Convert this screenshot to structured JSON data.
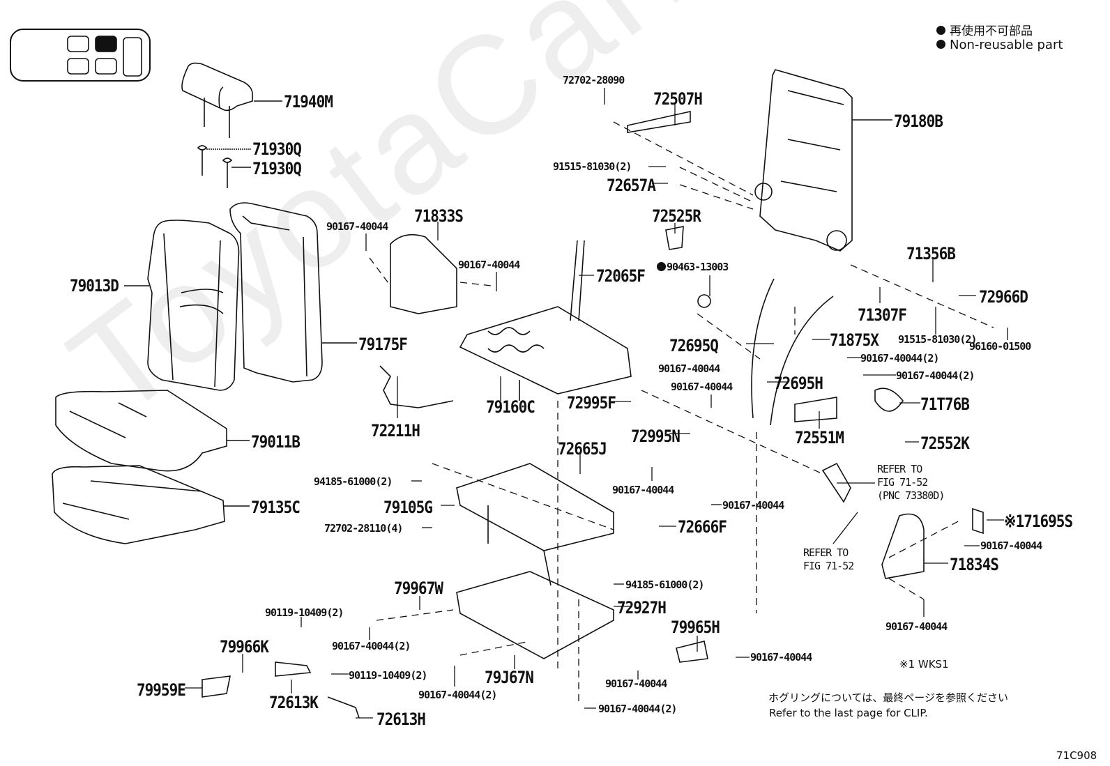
{
  "legend": {
    "jp": "再使用不可部品",
    "en": "Non-reusable part"
  },
  "watermark": "ToyotaCarMe.ru",
  "figure_id": "71C908",
  "notes": {
    "wks": "※1 WKS1",
    "clip_jp": "ホグリングについては、最終ページを参照ください",
    "clip_en": "Refer to the last page for CLIP."
  },
  "labels": [
    {
      "id": "p71940M",
      "text": "71940M"
    },
    {
      "id": "p71930Q_a",
      "text": "71930Q"
    },
    {
      "id": "p71930Q_b",
      "text": "71930Q"
    },
    {
      "id": "p79013D",
      "text": "79013D"
    },
    {
      "id": "p79175F",
      "text": "79175F"
    },
    {
      "id": "p79011B",
      "text": "79011B"
    },
    {
      "id": "p79135C",
      "text": "79135C"
    },
    {
      "id": "p72702_28090",
      "text": "72702-28090"
    },
    {
      "id": "p72507H",
      "text": "72507H"
    },
    {
      "id": "p91515_81030_a",
      "text": "91515-81030(2)"
    },
    {
      "id": "p72657A",
      "text": "72657A"
    },
    {
      "id": "p79180B",
      "text": "79180B"
    },
    {
      "id": "p90167_40044_a",
      "text": "90167-40044"
    },
    {
      "id": "p71833S",
      "text": "71833S"
    },
    {
      "id": "p90167_40044_b",
      "text": "90167-40044"
    },
    {
      "id": "p72525R",
      "text": "72525R"
    },
    {
      "id": "p90463_13003",
      "text": "90463-13003"
    },
    {
      "id": "p72065F",
      "text": "72065F"
    },
    {
      "id": "p71356B",
      "text": "71356B"
    },
    {
      "id": "p72966D",
      "text": "72966D"
    },
    {
      "id": "p71307F",
      "text": "71307F"
    },
    {
      "id": "p91515_81030_b",
      "text": "91515-81030(2)"
    },
    {
      "id": "p96160_01500",
      "text": "96160-01500"
    },
    {
      "id": "p72695Q",
      "text": "72695Q"
    },
    {
      "id": "p71875X",
      "text": "71875X"
    },
    {
      "id": "p90167_40044_c",
      "text": "90167-40044(2)"
    },
    {
      "id": "p90167_40044_d",
      "text": "90167-40044"
    },
    {
      "id": "p90167_40044_e",
      "text": "90167-40044"
    },
    {
      "id": "p72695H",
      "text": "72695H"
    },
    {
      "id": "p90167_40044_f",
      "text": "90167-40044(2)"
    },
    {
      "id": "p71T76B",
      "text": "71T76B"
    },
    {
      "id": "p72211H",
      "text": "72211H"
    },
    {
      "id": "p79160C",
      "text": "79160C"
    },
    {
      "id": "p72995F",
      "text": "72995F"
    },
    {
      "id": "p72551M",
      "text": "72551M"
    },
    {
      "id": "p72995N",
      "text": "72995N"
    },
    {
      "id": "p72552K",
      "text": "72552K"
    },
    {
      "id": "p72665J",
      "text": "72665J"
    },
    {
      "id": "p94185_61000_a",
      "text": "94185-61000(2)"
    },
    {
      "id": "p90167_40044_g",
      "text": "90167-40044"
    },
    {
      "id": "p79105G",
      "text": "79105G"
    },
    {
      "id": "p90167_40044_h",
      "text": "90167-40044"
    },
    {
      "id": "p72702_28110",
      "text": "72702-28110(4)"
    },
    {
      "id": "p72666F",
      "text": "72666F"
    },
    {
      "id": "p71695S",
      "text": "※171695S"
    },
    {
      "id": "p90167_40044_i",
      "text": "90167-40044"
    },
    {
      "id": "p71834S",
      "text": "71834S"
    },
    {
      "id": "p94185_61000_b",
      "text": "94185-61000(2)"
    },
    {
      "id": "p79967W",
      "text": "79967W"
    },
    {
      "id": "p72927H",
      "text": "72927H"
    },
    {
      "id": "p90119_10409_a",
      "text": "90119-10409(2)"
    },
    {
      "id": "p90167_40044_j",
      "text": "90167-40044(2)"
    },
    {
      "id": "p79966K",
      "text": "79966K"
    },
    {
      "id": "p79965H",
      "text": "79965H"
    },
    {
      "id": "p90167_40044_k",
      "text": "90167-40044"
    },
    {
      "id": "p90167_40044_l",
      "text": "90167-40044"
    },
    {
      "id": "p79959E",
      "text": "79959E"
    },
    {
      "id": "p90119_10409_b",
      "text": "90119-10409(2)"
    },
    {
      "id": "p79J67N",
      "text": "79J67N"
    },
    {
      "id": "p72613K",
      "text": "72613K"
    },
    {
      "id": "p90167_40044_m",
      "text": "90167-40044(2)"
    },
    {
      "id": "p90167_40044_n",
      "text": "90167-40044(2)"
    },
    {
      "id": "p72613H",
      "text": "72613H"
    },
    {
      "id": "p90167_40044_o",
      "text": "90167-40044"
    }
  ],
  "refer": {
    "a_line1": "REFER TO",
    "a_line2": "FIG 71-52",
    "a_line3": "(PNC 73380D)",
    "b_line1": "REFER TO",
    "b_line2": "FIG 71-52"
  }
}
